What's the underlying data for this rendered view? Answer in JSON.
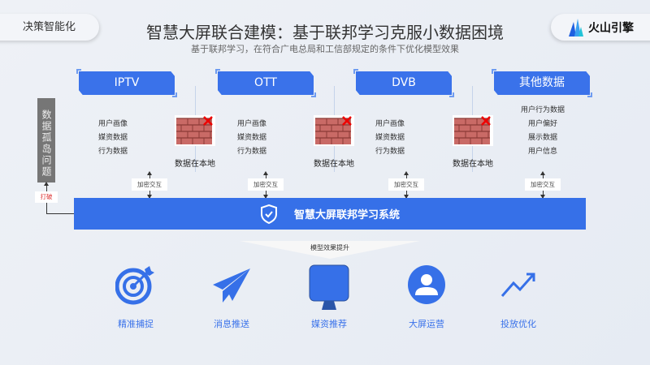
{
  "header": {
    "left_badge": "决策智能化",
    "title": "智慧大屏联合建模：基于联邦学习克服小数据困境",
    "subtitle": "基于联邦学习，在符合广电总局和工信部规定的条件下优化模型效果",
    "brand": "火山引擎"
  },
  "colors": {
    "accent": "#3670e8",
    "island": "#767676"
  },
  "sources": [
    {
      "tab": "IPTV",
      "items": [
        "用户画像",
        "媒资数据",
        "行为数据"
      ],
      "local": "数据在本地",
      "encrypt": "加密交互"
    },
    {
      "tab": "OTT",
      "items": [
        "用户画像",
        "媒资数据",
        "行为数据"
      ],
      "local": "数据在本地",
      "encrypt": "加密交互"
    },
    {
      "tab": "DVB",
      "items": [
        "用户画像",
        "媒资数据",
        "行为数据"
      ],
      "local": "数据在本地",
      "encrypt": "加密交互"
    },
    {
      "tab": "其他数据",
      "items": [
        "用户行为数据",
        "用户偏好",
        "展示数据",
        "用户信息"
      ],
      "encrypt": "加密交互"
    }
  ],
  "island": {
    "label": "数据孤岛问题",
    "break": "打破"
  },
  "system": {
    "label": "智慧大屏联邦学习系统",
    "icon": "shield-check-icon"
  },
  "improve": "模型效果提升",
  "outcomes": [
    {
      "label": "精准捕捉",
      "icon": "target-icon"
    },
    {
      "label": "消息推送",
      "icon": "paper-plane-icon"
    },
    {
      "label": "媒资推荐",
      "icon": "screen-icon"
    },
    {
      "label": "大屏运营",
      "icon": "user-icon"
    },
    {
      "label": "投放优化",
      "icon": "trend-icon"
    }
  ]
}
